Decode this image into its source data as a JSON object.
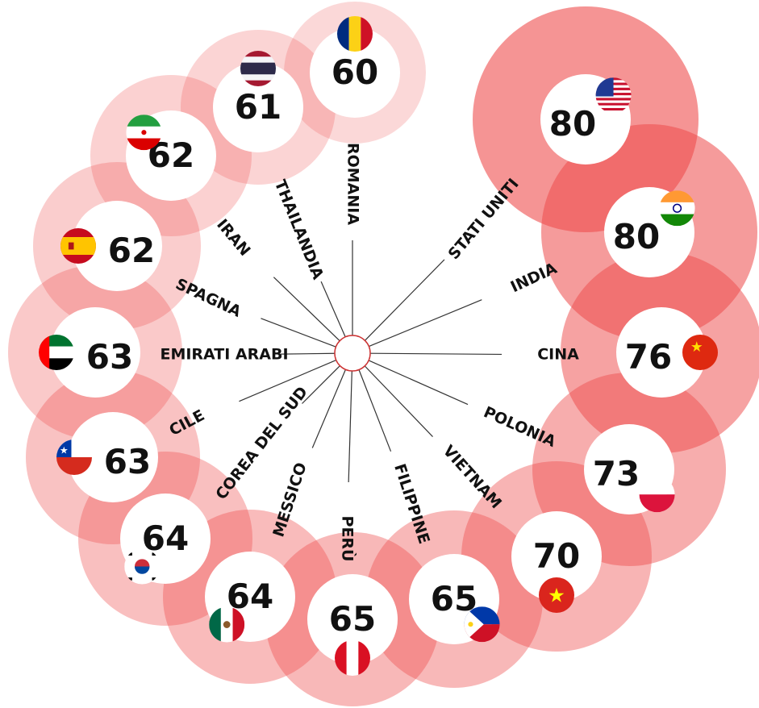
{
  "chart_data": {
    "type": "radial-bubble",
    "title": "",
    "colors": {
      "accent": "#ee4d4d",
      "spoke": "#333333",
      "center_stroke": "#cc3333"
    },
    "series": [
      {
        "country": "STATI UNITI",
        "value": 80,
        "flag": "us-flag"
      },
      {
        "country": "INDIA",
        "value": 80,
        "flag": "india-flag"
      },
      {
        "country": "CINA",
        "value": 76,
        "flag": "china-flag"
      },
      {
        "country": "POLONIA",
        "value": 73,
        "flag": "poland-flag"
      },
      {
        "country": "VIETNAM",
        "value": 70,
        "flag": "vietnam-flag"
      },
      {
        "country": "FILIPPINE",
        "value": 65,
        "flag": "philippines-flag"
      },
      {
        "country": "PERÙ",
        "value": 65,
        "flag": "peru-flag"
      },
      {
        "country": "MESSICO",
        "value": 64,
        "flag": "mexico-flag"
      },
      {
        "country": "COREA DEL SUD",
        "value": 64,
        "flag": "south-korea-flag"
      },
      {
        "country": "CILE",
        "value": 63,
        "flag": "chile-flag"
      },
      {
        "country": "EMIRATI ARABI",
        "value": 63,
        "flag": "uae-flag"
      },
      {
        "country": "SPAGNA",
        "value": 62,
        "flag": "spain-flag"
      },
      {
        "country": "IRAN",
        "value": 62,
        "flag": "iran-flag"
      },
      {
        "country": "THAILANDIA",
        "value": 61,
        "flag": "thailand-flag"
      },
      {
        "country": "ROMANIA",
        "value": 60,
        "flag": "romania-flag"
      }
    ]
  }
}
